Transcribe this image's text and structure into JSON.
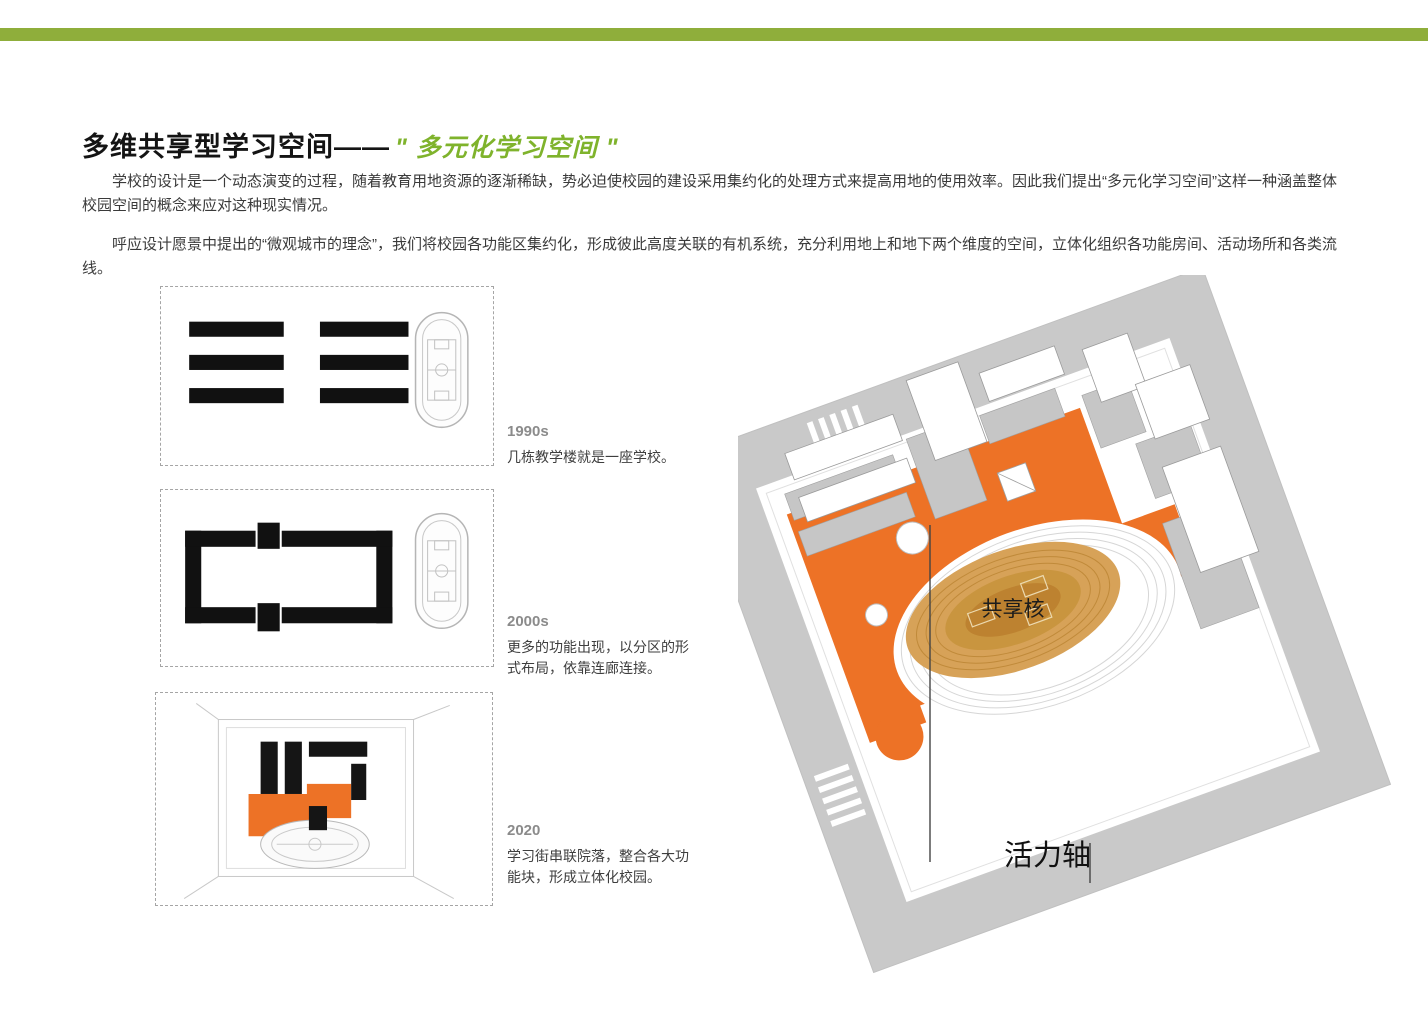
{
  "header": {
    "title_main": "多维共享型学习空间——",
    "title_highlight": "\" 多元化学习空间 \"",
    "accent_bar_color": "#8fae3b",
    "highlight_color": "#7fb32c"
  },
  "intro": {
    "p1": "学校的设计是一个动态演变的过程，随着教育用地资源的逐渐稀缺，势必迫使校园的建设采用集约化的处理方式来提高用地的使用效率。因此我们提出“多元化学习空间”这样一种涵盖整体校园空间的概念来应对这种现实情况。",
    "p2": "呼应设计愿景中提出的“微观城市的理念”，我们将校园各功能区集约化，形成彼此高度关联的有机系统，充分利用地上和地下两个维度的空间，立体化组织各功能房间、活动场所和各类流线。"
  },
  "timeline": {
    "items": [
      {
        "year": "1990s",
        "desc": "几栋教学楼就是一座学校。"
      },
      {
        "year": "2000s",
        "desc": "更多的功能出现，以分区的形\n式布局，依靠连廊连接。"
      },
      {
        "year": "2020",
        "desc": "学习街串联院落，整合各大功\n能块，形成立体化校园。"
      }
    ]
  },
  "illustration": {
    "core_label": "共享核",
    "axis_label": "活力轴",
    "colors": {
      "deck": "#ed7226",
      "track": "#d7a258",
      "field": "#c9953f",
      "road": "#c9c9c9"
    }
  }
}
